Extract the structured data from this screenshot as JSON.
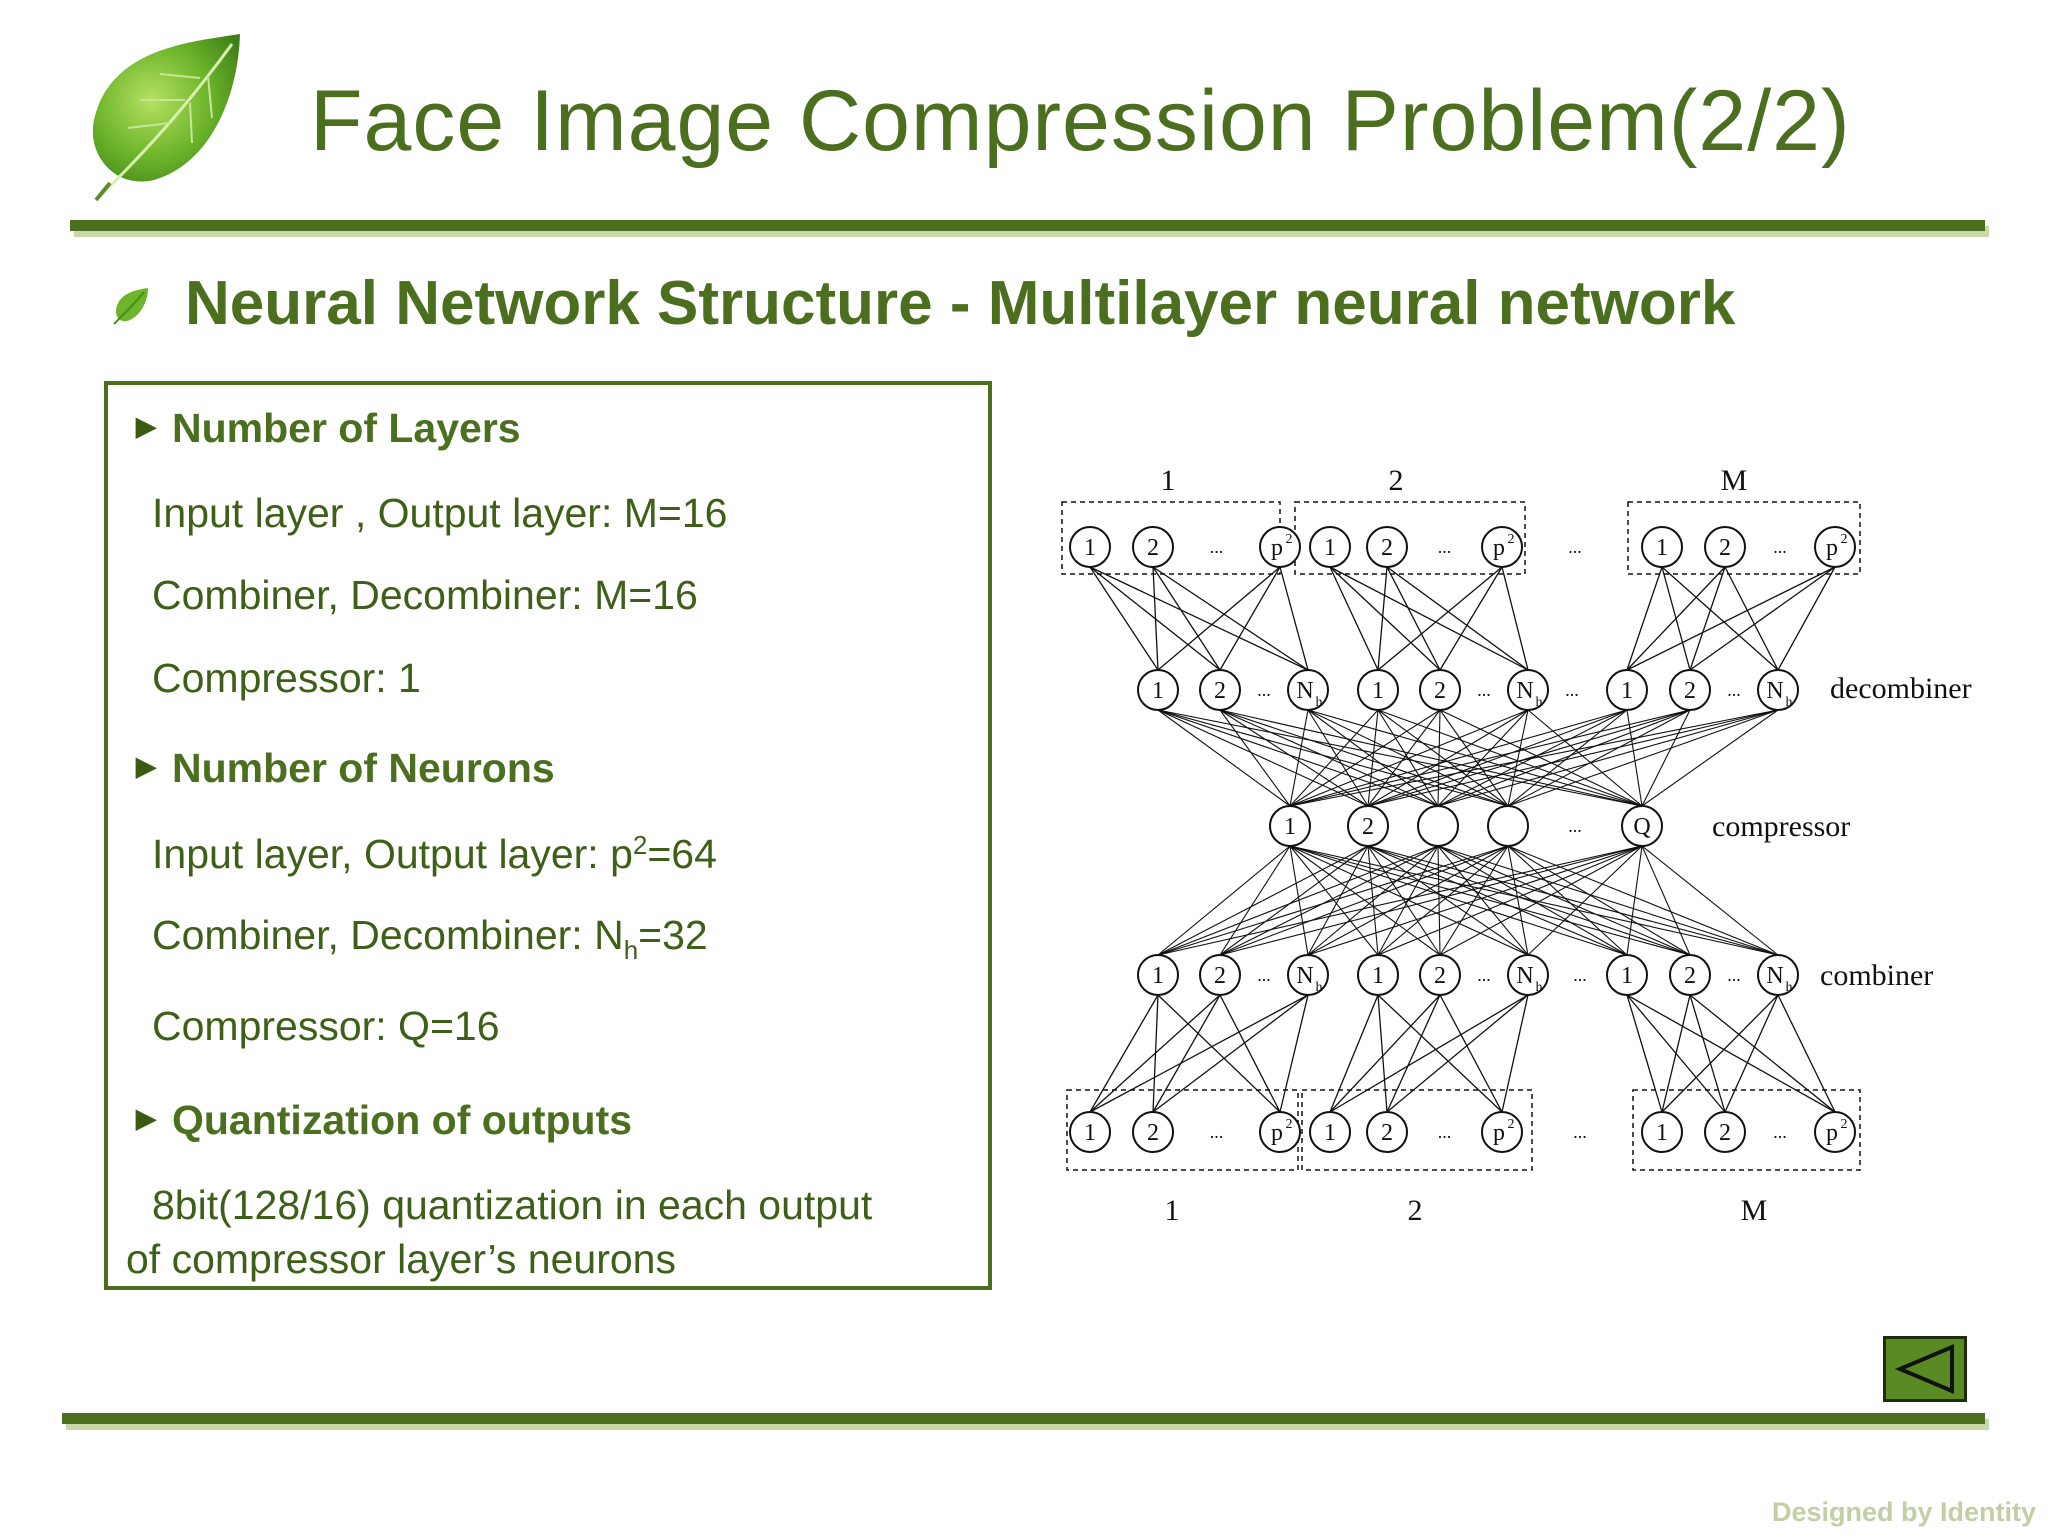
{
  "slide": {
    "title": "Face Image Compression Problem(2/2)",
    "subtitle": "Neural Network Structure - Multilayer neural network",
    "footer": "Designed by Identity"
  },
  "panel": {
    "sections": [
      {
        "heading": "Number of Layers",
        "lines": [
          "Input layer , Output layer: M=16",
          "Combiner, Decombiner: M=16",
          "Compressor: 1"
        ]
      },
      {
        "heading": "Number of Neurons",
        "lines": [
          "Input layer, Output layer:  p",
          "=64",
          "Combiner, Decombiner: N",
          "=32",
          "Compressor: Q=16"
        ]
      },
      {
        "heading": "Quantization of outputs",
        "lines": [
          "8bit(128/16) quantization in each output",
          "of compressor layer’s neurons"
        ]
      }
    ],
    "sup_2": "2",
    "sub_h": "h"
  },
  "diagram": {
    "group_labels": [
      "1",
      "2",
      "M"
    ],
    "layer_labels": {
      "decombiner": "decombiner",
      "compressor": "compressor",
      "combiner": "combiner"
    },
    "node_1": "1",
    "node_2": "2",
    "node_p": "p",
    "node_sup": "2",
    "node_N": "N",
    "node_h": "h",
    "node_Q": "Q",
    "ellipsis": "..."
  },
  "colors": {
    "accent": "#4b6f1e",
    "text": "#3e5f18",
    "footer": "#c2cfa6",
    "button": "#5a8a24"
  },
  "icons": {
    "logo": "leaf-icon",
    "bullet": "leaf-bullet-icon",
    "nav": "back-triangle-icon"
  }
}
